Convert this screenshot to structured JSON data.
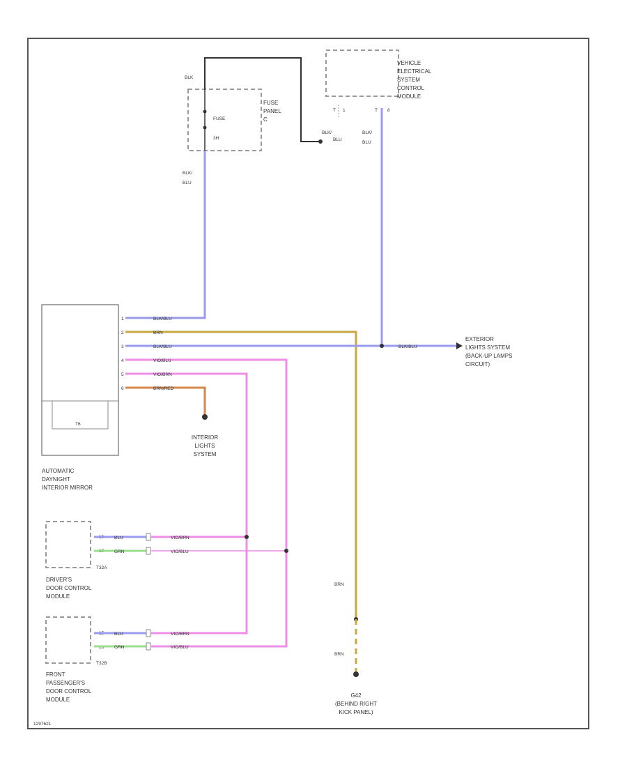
{
  "diagram": {
    "power_source": {
      "wire": "BLK"
    },
    "fuse_panel": {
      "title_line1": "FUSE",
      "title_line2": "PANEL",
      "title_line3": "C",
      "fuse_label": "FUSE",
      "fuse_number": "3H",
      "out_wire_line1": "BLK/",
      "out_wire_line2": "BLU"
    },
    "vescm": {
      "line1": "VEHICLE",
      "line2": "ELECTRICAL",
      "line3": "SYSTEM",
      "line4": "CONTROL",
      "line5": "MODULE",
      "pin_a": "T",
      "pin_a_num": "1",
      "pin_b": "T",
      "pin_b_num": "8",
      "wire_a_line1": "BLK/",
      "wire_a_line2": "BLU",
      "wire_b_line1": "BLK/",
      "wire_b_line2": "BLU"
    },
    "mirror": {
      "line1": "AUTOMATIC",
      "line2": "DAYNIGHT",
      "line3": "INTERIOR MIRROR",
      "inner_label": "T6"
    },
    "mirror_wires": [
      {
        "pin": "1",
        "label": "BLK/BLU"
      },
      {
        "pin": "2",
        "label": "BRN"
      },
      {
        "pin": "3",
        "label": "BLK/BLU"
      },
      {
        "pin": "4",
        "label": "VIO/BLU"
      },
      {
        "pin": "5",
        "label": "VIO/BRN"
      },
      {
        "pin": "6",
        "label": "BRN/RED"
      }
    ],
    "exterior": {
      "wire": "BLK/BLU",
      "line1": "EXTERIOR",
      "line2": "LIGHTS SYSTEM",
      "line3": "(BACK-UP LAMPS",
      "line4": "CIRCUIT)"
    },
    "interior_lights": {
      "line1": "INTERIOR",
      "line2": "LIGHTS",
      "line3": "SYSTEM"
    },
    "driver_module": {
      "line1": "DRIVER'S",
      "line2": "DOOR CONTROL",
      "line3": "MODULE",
      "connector": "T32A",
      "pins": [
        {
          "pin": "15",
          "left_wire": "BLU",
          "right_wire": "VIO/BRN"
        },
        {
          "pin": "16",
          "left_wire": "GRN",
          "right_wire": "VIO/BLU"
        }
      ]
    },
    "passenger_module": {
      "line1": "FRONT",
      "line2": "PASSENGER'S",
      "line3": "DOOR CONTROL",
      "line4": "MODULE",
      "connector": "T32B",
      "pins": [
        {
          "pin": "15",
          "left_wire": "BLU",
          "right_wire": "VIO/BRN"
        },
        {
          "pin": "16",
          "left_wire": "GRN",
          "right_wire": "VIO/BLU"
        }
      ]
    },
    "ground": {
      "wire_top": "BRN",
      "wire_bottom": "BRN",
      "line1": "G42",
      "line2": "(BEHIND RIGHT",
      "line3": "KICK PANEL)"
    },
    "footer_code": "1297621",
    "colors": {
      "blk_blu": "#9a9af0",
      "brn": "#c8a840",
      "vio": "#ef8ee6",
      "brn_red": "#d9864a",
      "blk": "#333333",
      "dashed": "#9a9a9a"
    }
  }
}
